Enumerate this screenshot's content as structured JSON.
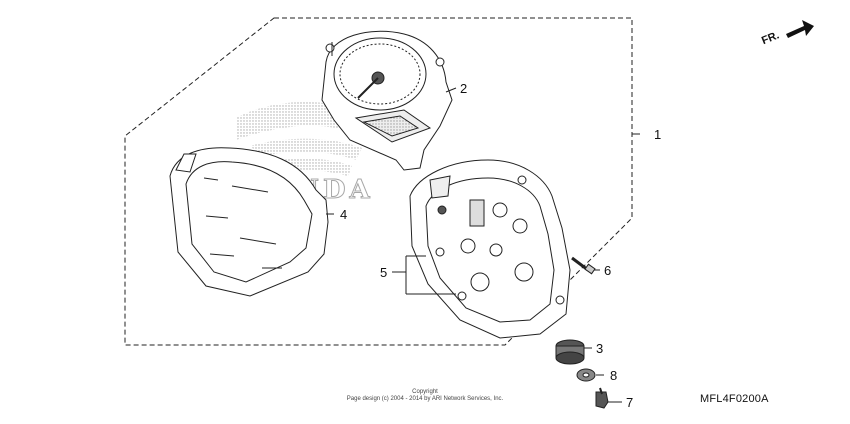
{
  "diagram": {
    "direction_label": "FR.",
    "drawing_code": "MFL4F0200A",
    "copyright_line1": "Copyright",
    "copyright_line2": "Page design (c) 2004 - 2014 by ARI Network Services, Inc.",
    "watermark_brand": "HONDA",
    "callouts": {
      "c1": "1",
      "c2": "2",
      "c3": "3",
      "c4": "4",
      "c5": "5",
      "c6": "6",
      "c7": "7",
      "c8": "8"
    }
  }
}
